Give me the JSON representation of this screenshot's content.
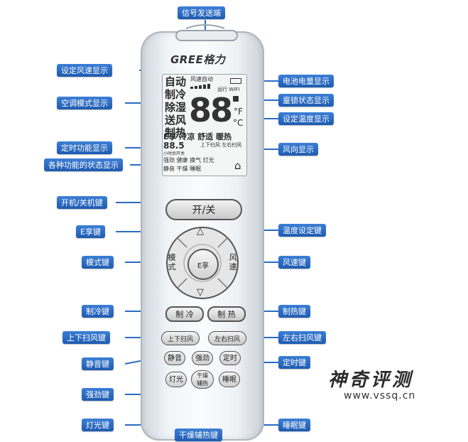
{
  "remote": {
    "brand": "GREE格力",
    "lcd": {
      "modes": [
        "自动",
        "制冷",
        "除湿",
        "送风",
        "制热"
      ],
      "fan_label": "风速自动",
      "run_wifi": "运行 WIFI",
      "digits": "88",
      "unit_f": "°F",
      "unit_c": "°C",
      "e_strip": "E享 冷凉 舒适 暖热",
      "timer_digits": "88.5",
      "timer_sub": "小时后开关",
      "swing": "上下扫风 左右扫风",
      "funcs_row1": "强劲 健康 换气 灯光",
      "funcs_row2": "静音 干燥 睡眠",
      "house_icon": "house-icon"
    },
    "buttons": {
      "power": "开/关",
      "mode": "模式",
      "fan": "风速",
      "center": "E享",
      "up": "△",
      "down": "▽",
      "cool": "制 冷",
      "heat": "制 热",
      "updown": "上下扫风",
      "leftright": "左右扫风",
      "quiet": "静音",
      "turbo": "强劲",
      "timer": "定时",
      "light": "灯光",
      "dry": "干燥\n辅热",
      "sleep": "睡眠"
    }
  },
  "callouts": {
    "signal": "信号发送端",
    "fan_display": "设定风速显示",
    "battery_display": "电池电量显示",
    "mode_display": "空调模式显示",
    "childlock_display": "童锁状态显示",
    "temp_display": "设定温度显示",
    "timer_display": "定时功能显示",
    "swing_display": "风向显示",
    "func_display": "各种功能的状态显示",
    "power_key": "开机/关机键",
    "e_key": "E享键",
    "temp_key": "温度设定键",
    "mode_key": "模式键",
    "fan_key": "风速键",
    "cool_key": "制冷键",
    "heat_key": "制热键",
    "updown_key": "上下扫风键",
    "leftright_key": "左右扫风键",
    "quiet_key": "静音键",
    "timer_key": "定时键",
    "turbo_key": "强劲键",
    "light_key": "灯光键",
    "sleep_key": "睡眠键",
    "dry_key": "干燥辅热键"
  },
  "watermark": {
    "title": "神奇评测",
    "url": "www.vssq.cn"
  },
  "colors": {
    "callout_bg": "#2a6cc4",
    "leader": "#2a6cc4"
  }
}
